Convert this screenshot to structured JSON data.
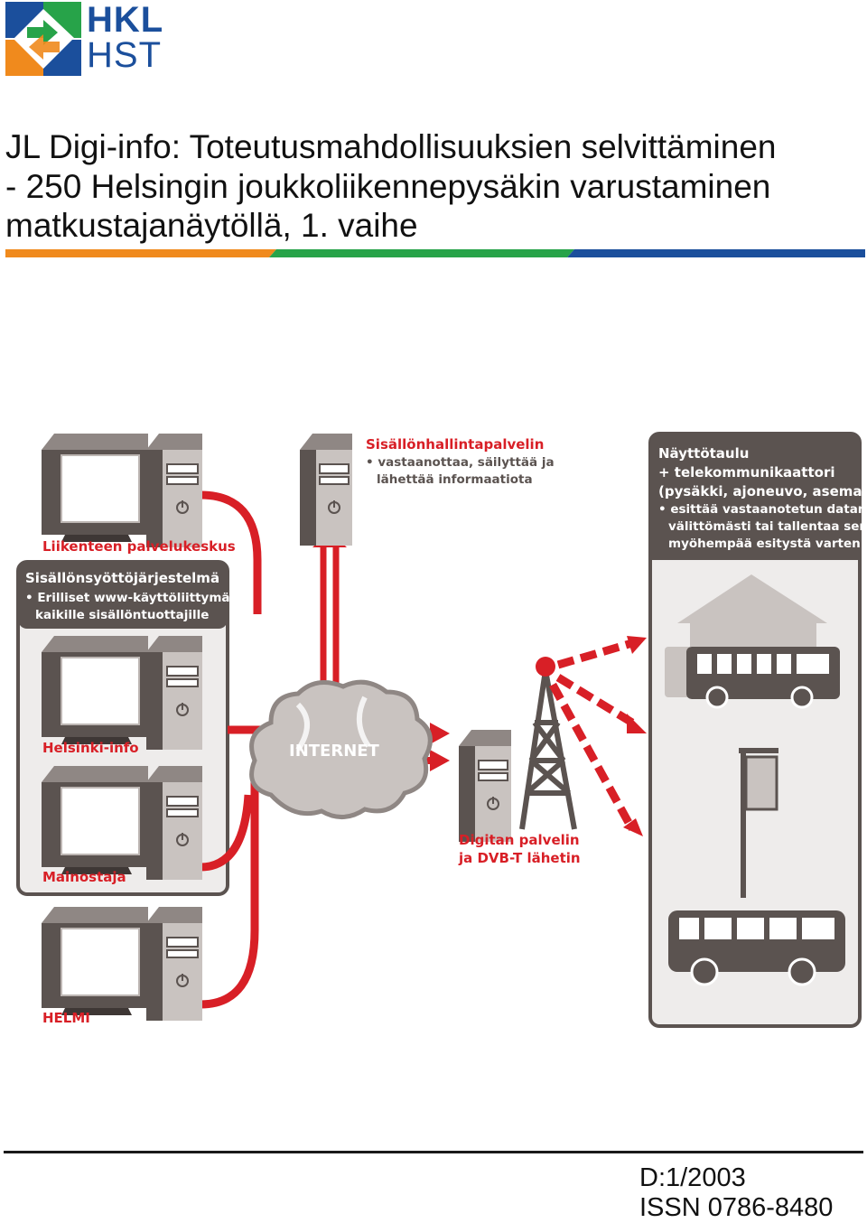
{
  "logo": {
    "line1": "HKL",
    "line2": "HST"
  },
  "colors": {
    "orange": "#f08a1d",
    "green": "#27a349",
    "blue": "#1b4f9c",
    "red": "#d81f26",
    "grey": "#5b5350"
  },
  "title": {
    "line1": "JL Digi-info: Toteutusmahdollisuuksien selvittäminen",
    "line2": "- 250 Helsingin joukkoliikennepysäkin varustaminen",
    "line3": "matkustajanäytöllä, 1. vaihe"
  },
  "diagram": {
    "liikennekeskus": "Liikenteen palvelukeskus",
    "syotto_title": "Sisällönsyöttöjärjestelmä",
    "syotto_line1": "• Erilliset www-käyttöliittymät",
    "syotto_line2": "kaikille sisällöntuottajille",
    "helsinki_info": "Helsinki-info",
    "mainostaja": "Mainostaja",
    "helmi": "HELMI",
    "hallinta_title": "Sisällönhallintapalvelin",
    "hallinta_line1": "• vastaanottaa, säilyttää ja",
    "hallinta_line2": "lähettää informaatiota",
    "internet": "INTERNET",
    "digita_line1": "Digitan palvelin",
    "digita_line2": "ja DVB-T lähetin",
    "naytto_line1": "Näyttötaulu",
    "naytto_line2": "+ telekommunikaattori",
    "naytto_line3": "(pysäkki, ajoneuvo, asema)",
    "naytto_line4": "• esittää vastaanotetun datan",
    "naytto_line5": "välittömästi tai tallentaa sen",
    "naytto_line6": "myöhempää esitystä varten"
  },
  "footer": {
    "code": "D:1/2003",
    "issn": "ISSN 0786-8480"
  }
}
